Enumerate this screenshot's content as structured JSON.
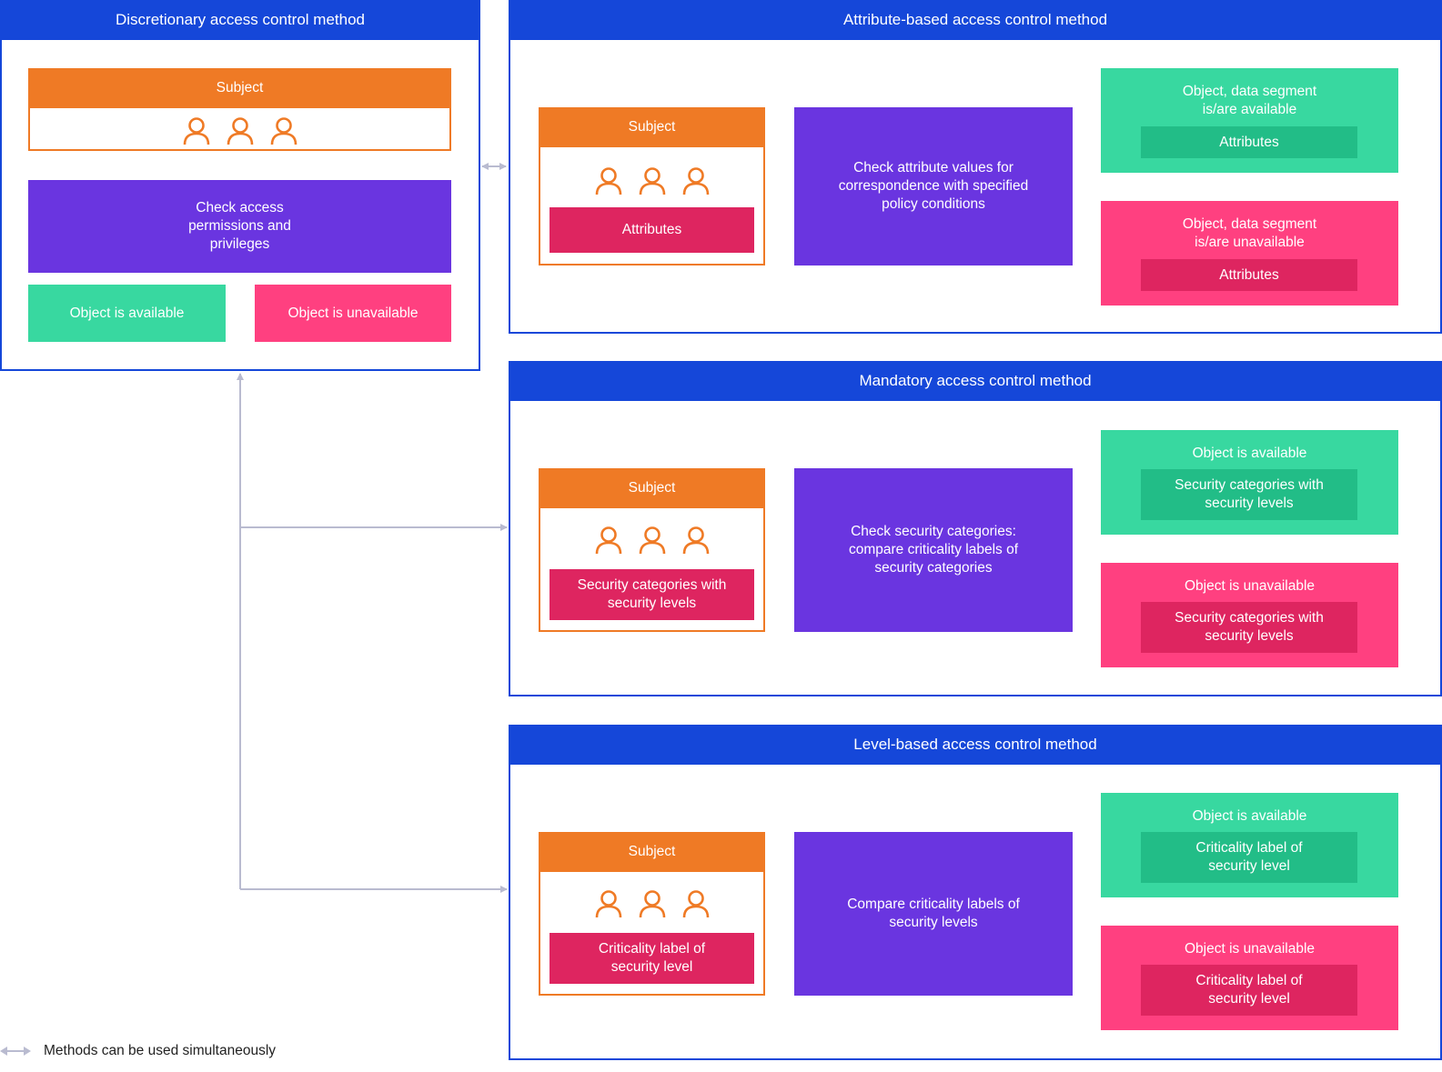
{
  "legend": {
    "text": "Methods can be used simultaneously",
    "icon": "double-arrow-icon"
  },
  "dac": {
    "title": "Discretionary access control method",
    "subject": "Subject",
    "check": "Check access permissions and privileges",
    "available": "Object is available",
    "unavailable": "Object is unavailable"
  },
  "abac": {
    "title": "Attribute-based access control method",
    "subject": "Subject",
    "subject_attr": "Attributes",
    "check": "Check attribute values for correspondence with specified policy conditions",
    "available_title": "Object, data segment is/are available",
    "available_detail": "Attributes",
    "unavailable_title": "Object, data segment is/are unavailable",
    "unavailable_detail": "Attributes"
  },
  "mac": {
    "title": "Mandatory access control method",
    "subject": "Subject",
    "subject_attr": "Security categories with security levels",
    "check": "Check security categories: compare criticality labels of security categories",
    "available_title": "Object is available",
    "available_detail": "Security categories with security levels",
    "unavailable_title": "Object is unavailable",
    "unavailable_detail": "Security categories with security levels"
  },
  "lbac": {
    "title": "Level-based access control method",
    "subject": "Subject",
    "subject_attr": "Criticality label of security level",
    "check": "Compare criticality labels of security levels",
    "available_title": "Object is available",
    "available_detail": "Criticality label of security level",
    "unavailable_title": "Object is unavailable",
    "unavailable_detail": "Criticality label of security level"
  },
  "colors": {
    "header_blue": "#1547d9",
    "subject_orange": "#ef7a25",
    "check_purple": "#6a35e0",
    "available_green": "#38d8a0",
    "unavailable_pink": "#ff4080"
  },
  "icons": {
    "user": "user-icon"
  }
}
